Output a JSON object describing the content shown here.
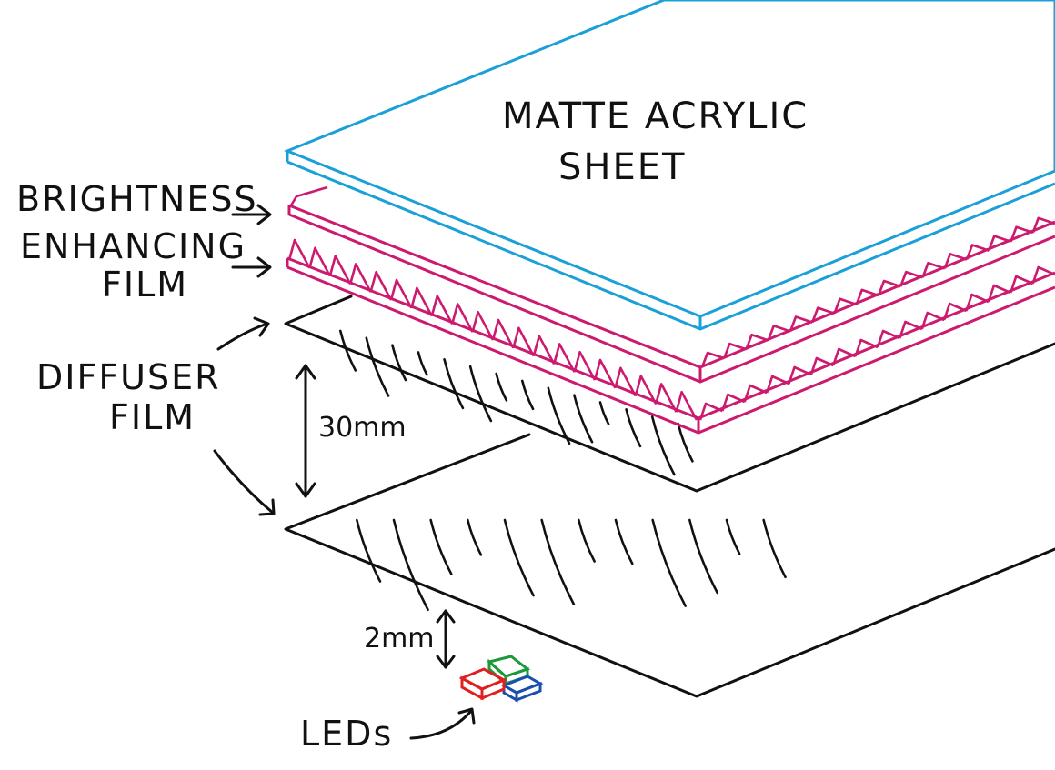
{
  "labels": {
    "acrylic_line1": "MATTE ACRYLIC",
    "acrylic_line2": "SHEET",
    "bef_line1": "BRIGHTNESS",
    "bef_line2": "ENHANCING",
    "bef_line3": "FILM",
    "diffuser_line1": "DIFFUSER",
    "diffuser_line2": "FILM",
    "gap_large": "30mm",
    "gap_small": "2mm",
    "leds": "LEDs"
  },
  "colors": {
    "acrylic": "#1aa0d8",
    "bef": "#cc1a6e",
    "ink": "#111111",
    "led_red": "#e02020",
    "led_green": "#1a9a3a",
    "led_blue": "#1a4fb0"
  }
}
